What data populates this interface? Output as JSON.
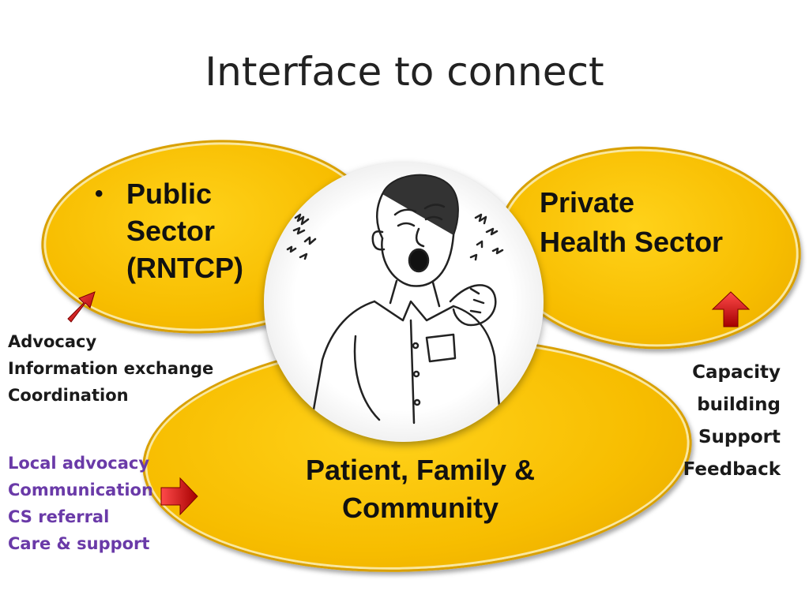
{
  "title": "Interface to connect",
  "nodes": {
    "public_sector": {
      "bullet": "•",
      "lines": [
        "Public",
        "Sector",
        "(RNTCP)"
      ]
    },
    "private_sector": {
      "lines": [
        "Private",
        "Health Sector"
      ]
    },
    "patient": {
      "lines": [
        "Patient, Family &",
        "Community"
      ]
    }
  },
  "lists": {
    "left_top": [
      "Advocacy",
      "Information exchange",
      "Coordination"
    ],
    "left_bottom": [
      "Local advocacy",
      "Communication",
      "CS referral",
      "Care & support"
    ],
    "right": [
      "Capacity",
      "building",
      "Support",
      "Feedback"
    ]
  },
  "colors": {
    "ellipse_fill": "#f7bd00",
    "left_bottom_text": "#6a3aa8",
    "arrow": "#d11b1b"
  },
  "icons": {
    "portrait": "coughing-man-illustration",
    "arrows": "red-arrow-icon"
  }
}
